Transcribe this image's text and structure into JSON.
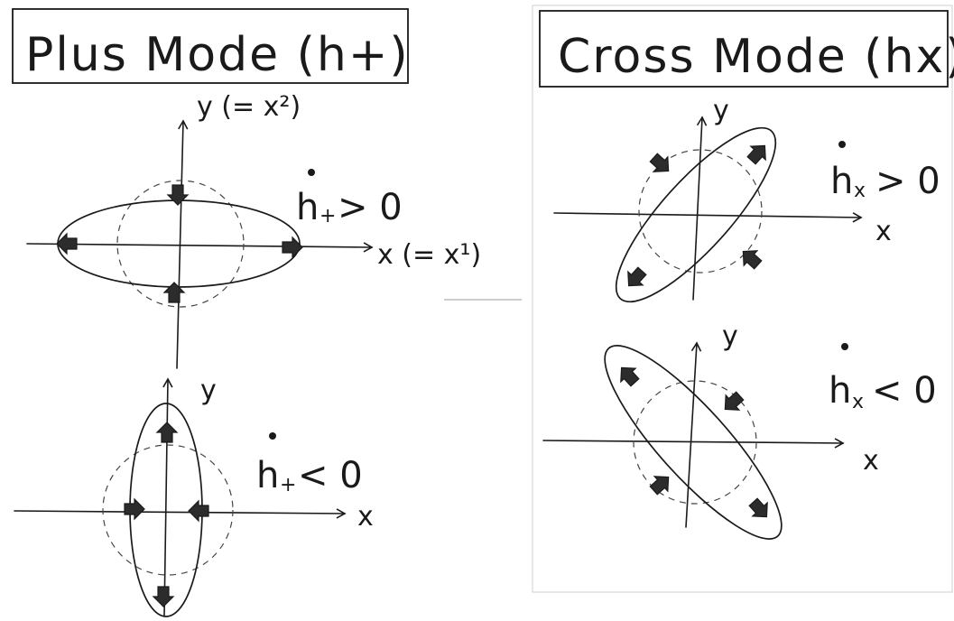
{
  "panels": {
    "plus": {
      "title": "Plus Mode (h+)",
      "y_axis_label": "y (= x²)",
      "x_axis_label": "x (= x¹)",
      "cond_pos_h": "h",
      "cond_pos_sub": "+",
      "cond_pos_op": "> 0",
      "lower_y_label": "y",
      "lower_x_label": "x",
      "cond_neg_h": "h",
      "cond_neg_sub": "+",
      "cond_neg_op": "< 0"
    },
    "cross": {
      "title": "Cross Mode (hx)",
      "upper_y_label": "y",
      "upper_x_label": "x",
      "cond_pos_h": "h",
      "cond_pos_sub": "x",
      "cond_pos_op": "> 0",
      "lower_y_label": "y",
      "lower_x_label": "x",
      "cond_neg_h": "h",
      "cond_neg_sub": "x",
      "cond_neg_op": "< 0"
    }
  },
  "colors": {
    "ink": "#1a1a1a",
    "paper": "#ffffff",
    "arrow_fill": "#2c2c2c"
  }
}
